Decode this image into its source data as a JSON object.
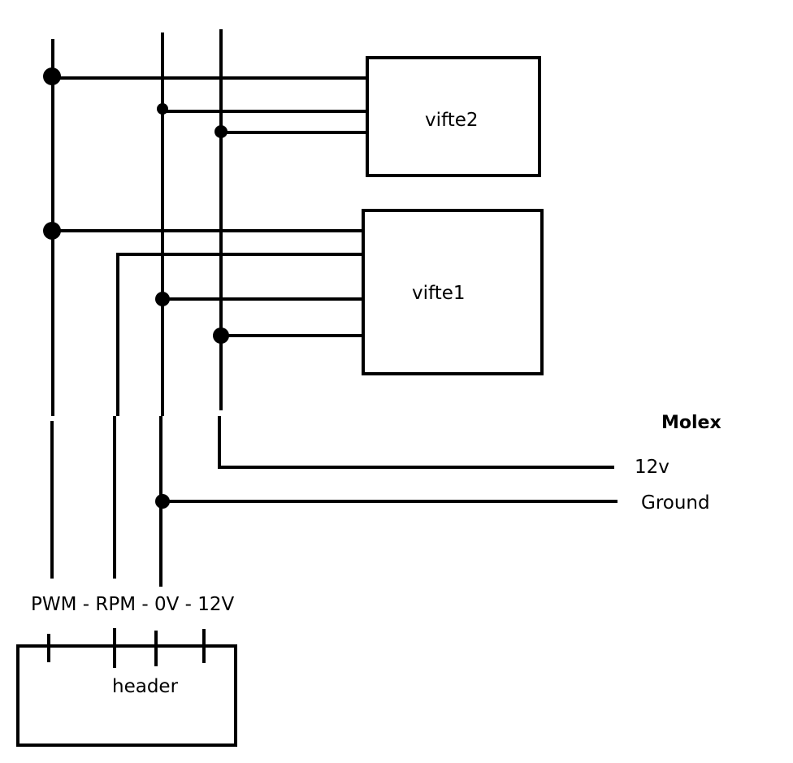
{
  "components": {
    "fan2": {
      "label": "vifte2"
    },
    "fan1": {
      "label": "vifte1"
    },
    "header": {
      "label": "header",
      "pins_label": "PWM - RPM - 0V - 12V"
    }
  },
  "molex": {
    "title": "Molex",
    "lines": {
      "v12": "12v",
      "ground": "Ground"
    }
  },
  "colors": {
    "line": "#000000",
    "background": "#ffffff"
  }
}
